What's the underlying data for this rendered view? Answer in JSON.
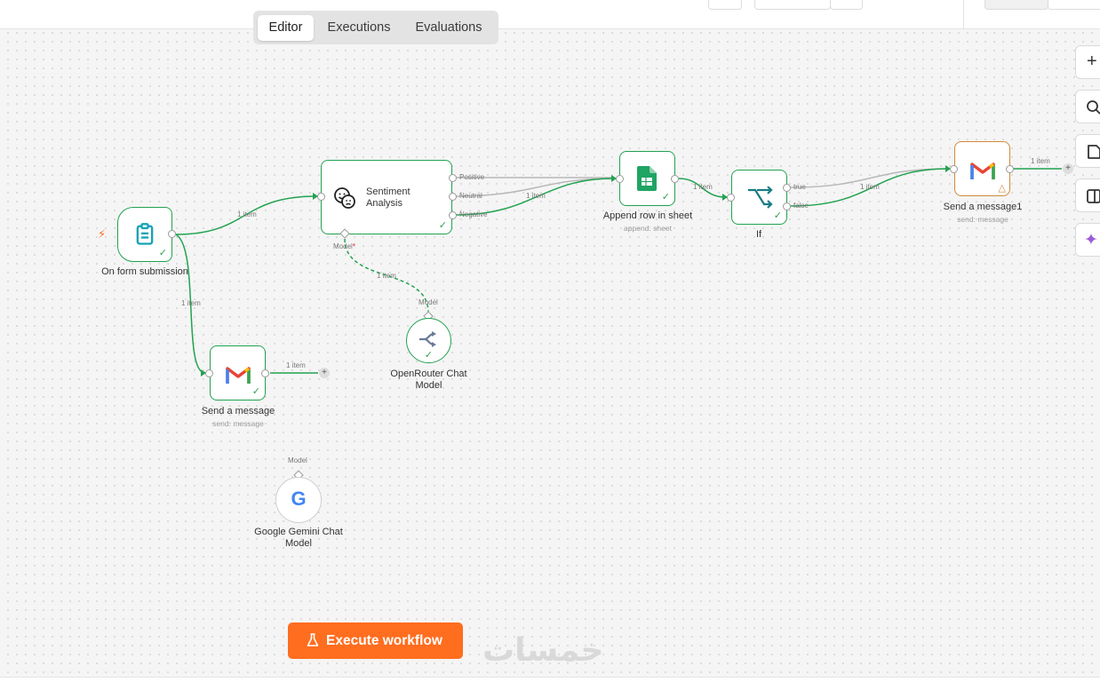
{
  "tabs": {
    "editor": "Editor",
    "executions": "Executions",
    "evaluations": "Evaluations"
  },
  "nodes": {
    "form_trigger": {
      "label": "On form submission"
    },
    "sentiment": {
      "label": "Sentiment Analysis",
      "out_positive": "Positive",
      "out_neutral": "Neutral",
      "out_negative": "Negative",
      "port_model": "Model"
    },
    "append_row": {
      "label": "Append row in sheet",
      "sub": "append: sheet"
    },
    "if_node": {
      "label": "If",
      "out_true": "true",
      "out_false": "false"
    },
    "send_message1": {
      "label": "Send a message1",
      "sub": "send: message"
    },
    "send_message": {
      "label": "Send a message",
      "sub": "send: message"
    },
    "openrouter": {
      "label": "OpenRouter Chat Model",
      "port_model": "Model"
    },
    "gemini": {
      "label": "Google Gemini Chat Model",
      "port_model": "Model"
    }
  },
  "edge_labels": {
    "item": "1 item"
  },
  "execute_button": "Execute workflow",
  "watermark": "خمسات",
  "colors": {
    "success": "#22a250",
    "execute": "#ff6d1f",
    "warning": "#d08a3a"
  }
}
